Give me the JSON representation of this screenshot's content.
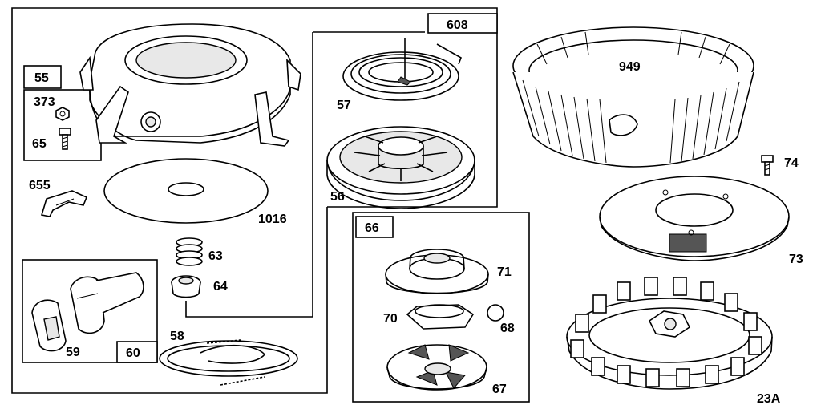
{
  "diagram": {
    "assemblies": [
      {
        "id": "box-608",
        "label": "608"
      },
      {
        "id": "box-55",
        "label": "55"
      },
      {
        "id": "box-60",
        "label": "60"
      },
      {
        "id": "box-66",
        "label": "66"
      }
    ],
    "parts": [
      {
        "id": "373",
        "label": "373"
      },
      {
        "id": "65",
        "label": "65"
      },
      {
        "id": "655",
        "label": "655"
      },
      {
        "id": "1016",
        "label": "1016"
      },
      {
        "id": "63",
        "label": "63"
      },
      {
        "id": "64",
        "label": "64"
      },
      {
        "id": "58",
        "label": "58"
      },
      {
        "id": "59",
        "label": "59"
      },
      {
        "id": "57",
        "label": "57"
      },
      {
        "id": "56",
        "label": "56"
      },
      {
        "id": "71",
        "label": "71"
      },
      {
        "id": "70",
        "label": "70"
      },
      {
        "id": "68",
        "label": "68"
      },
      {
        "id": "67",
        "label": "67"
      },
      {
        "id": "949",
        "label": "949"
      },
      {
        "id": "74",
        "label": "74"
      },
      {
        "id": "73",
        "label": "73"
      },
      {
        "id": "23A",
        "label": "23A"
      }
    ]
  }
}
